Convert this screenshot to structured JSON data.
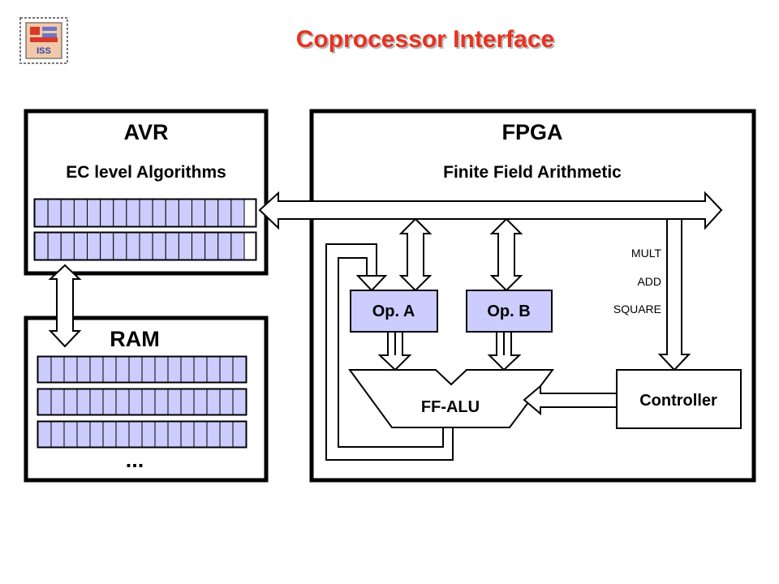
{
  "title": "Coprocessor Interface",
  "logo": {
    "text": "ISS",
    "icon": "iss-logo-icon"
  },
  "avr": {
    "title": "AVR",
    "subtitle": "EC level Algorithms"
  },
  "ram": {
    "title": "RAM",
    "ellipsis": "..."
  },
  "fpga": {
    "title": "FPGA",
    "subtitle": "Finite Field Arithmetic"
  },
  "op_a": "Op. A",
  "op_b": "Op. B",
  "alu": "FF-ALU",
  "controller": "Controller",
  "commands": [
    "MULT",
    "ADD",
    "SQUARE"
  ],
  "colors": {
    "title": "#e8321f",
    "register_fill": "#ccccff",
    "operand_fill": "#ccccff",
    "frame_stroke": "#000000"
  }
}
